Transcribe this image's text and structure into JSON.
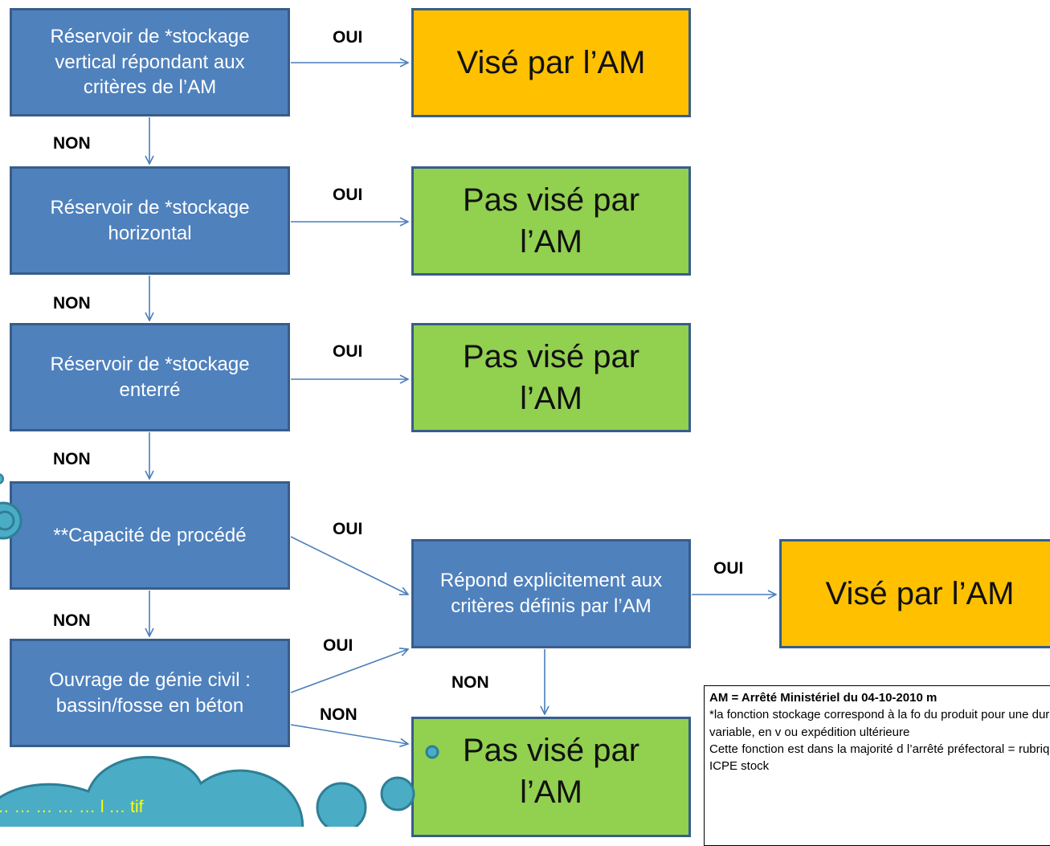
{
  "nodes": {
    "q1": "Réservoir de *stockage vertical répondant aux critères de l’AM",
    "q2": "Réservoir de *stockage horizontal",
    "q3": "Réservoir de *stockage enterré",
    "q4": "**Capacité de procédé",
    "q5": "Ouvrage de génie civil : bassin/fosse en béton",
    "q6": "Répond explicitement aux critères définis par l’AM",
    "r1": "Visé par l’AM",
    "r2": "Pas visé par l’AM",
    "r3": "Pas visé par l’AM",
    "r4": "Visé par l’AM",
    "r5": "Pas visé par l’AM"
  },
  "labels": {
    "yes": "OUI",
    "no": "NON"
  },
  "note": {
    "title": "AM = Arrêté Ministériel du 04-10-2010 m",
    "text": "*la fonction stockage correspond à la fo du produit pour une durée variable, en v ou expédition ultérieure",
    "text2": "Cette fonction est dans la majorité d l’arrêté préfectoral = rubrique ICPE stock"
  },
  "cloud_text": "l… … … … … l … tif",
  "colors": {
    "decision": "#4f81bd",
    "border": "#385d8a",
    "covered": "#ffc000",
    "not_covered": "#92d050",
    "arrow": "#4a7ebb",
    "cloud": "#4bacc6"
  }
}
